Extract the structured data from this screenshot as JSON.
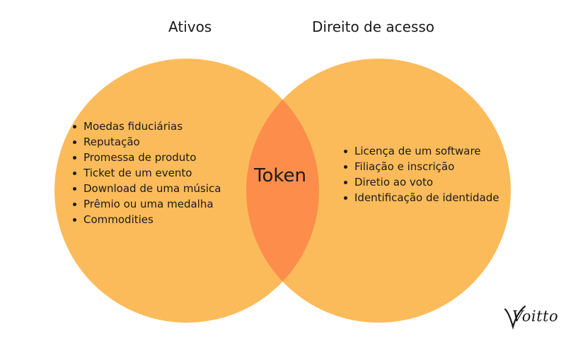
{
  "colors": {
    "circle_fill": "#FCBB5A",
    "overlap_fill": "#FC8D4B",
    "text": "#1a1a1a"
  },
  "left_set": {
    "title": "Ativos",
    "items": [
      "Moedas fiduciárias",
      "Reputação",
      "Promessa de produto",
      "Ticket de um evento",
      "Download de uma música",
      "Prêmio ou uma medalha",
      "Commodities"
    ]
  },
  "right_set": {
    "title": "Direito de acesso",
    "items": [
      "Licença de um software",
      "Filiação e inscrição",
      "Diretio ao voto",
      "Identificação de identidade"
    ]
  },
  "intersection": {
    "label": "Token"
  },
  "logo": {
    "text": "Voitto"
  }
}
